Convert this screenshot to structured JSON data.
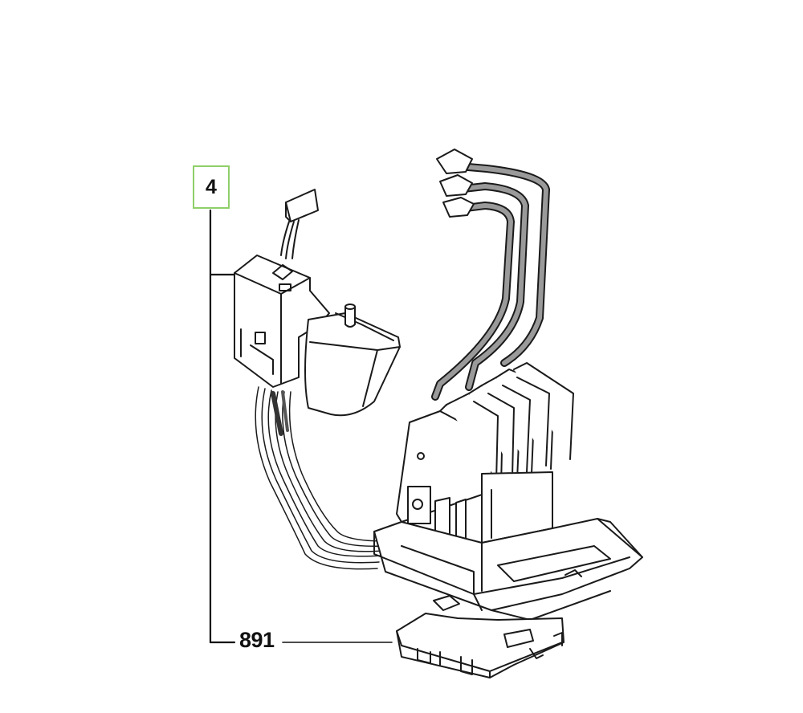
{
  "diagram": {
    "callouts": [
      {
        "number": "4",
        "highlight_color": "#8fcf6a"
      },
      {
        "number": "891"
      }
    ],
    "parts": [
      "switch-assembly",
      "wire-harness",
      "terminal-block",
      "battery-contact-plate"
    ]
  }
}
